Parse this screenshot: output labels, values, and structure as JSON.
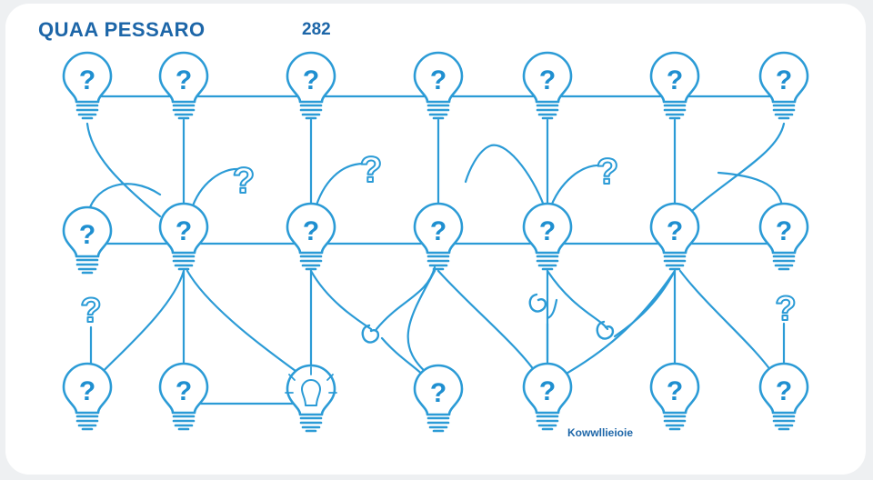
{
  "header": {
    "title": "QUAA PESSARO",
    "code": "282"
  },
  "footer": {
    "caption": "Kowwllieioie"
  },
  "colors": {
    "stroke": "#2b9bd6",
    "question_mark": "#1f8fd0",
    "title": "#1d66a8",
    "background": "#ffffff"
  },
  "icons": {
    "bulb": "lightbulb-question-icon",
    "loose_mark": "question-mark-icon",
    "idea_bulb": "lightbulb-idea-icon"
  }
}
